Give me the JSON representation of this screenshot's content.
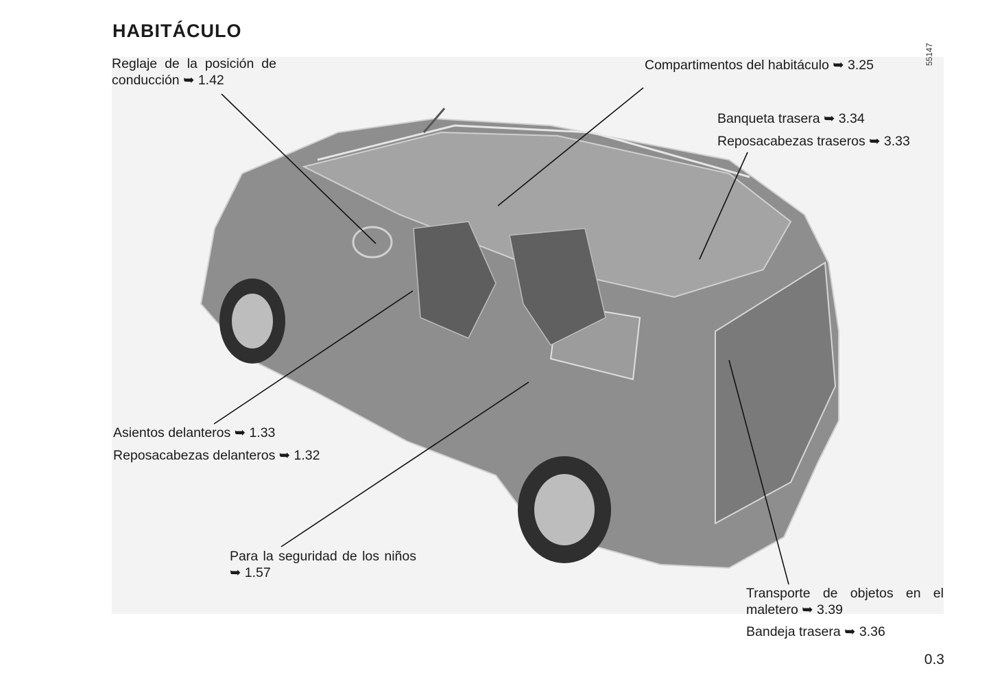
{
  "page": {
    "title": "HABITÁCULO",
    "page_number": "0.3",
    "figure_id": "55147"
  },
  "labels": {
    "driving_position": "Reglaje de la posición de conducción ➥ 1.42",
    "compartments": "Compartimentos del habitáculo ➥ 3.25",
    "rear_bench": "Banqueta trasera ➥ 3.34",
    "rear_headrests": "Reposacabezas traseros ➥ 3.33",
    "front_seats": "Asientos delanteros ➥ 1.33",
    "front_headrests": "Reposacabezas delanteros ➥ 1.32",
    "child_safety": "Para la seguridad de los niños ➥ 1.57",
    "boot_transport": "Transporte de objetos en el maletero ➥ 3.39",
    "rear_shelf": "Bandeja trasera ➥ 3.36"
  }
}
